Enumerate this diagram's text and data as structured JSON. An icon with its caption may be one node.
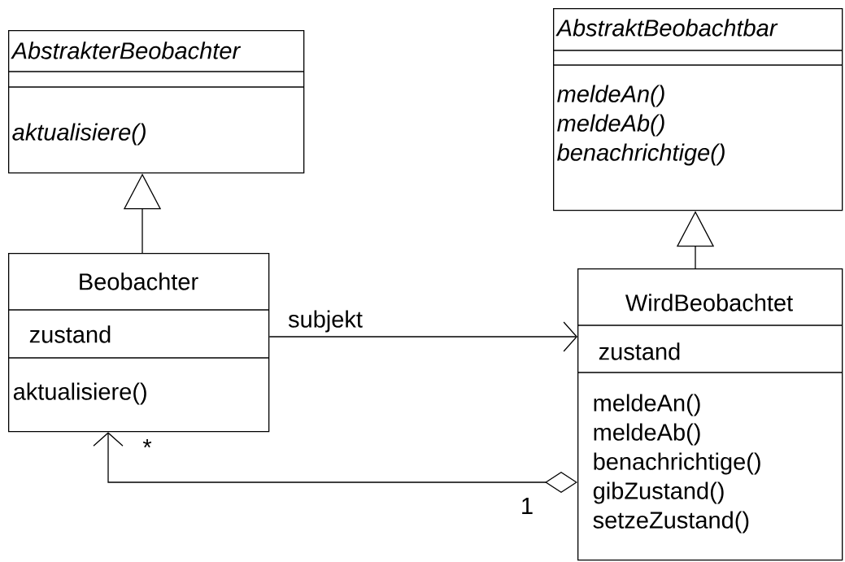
{
  "diagram": {
    "nodes": [
      {
        "text": [
          "AbstrakterBeobachter",
          "aktualisiere()"
        ]
      },
      {
        "text": [
          "AbstraktBeobachtbar",
          "meldeAn()",
          "meldeAb()",
          "benachrichtige()"
        ]
      },
      {
        "text": [
          "Beobachter",
          "zustand",
          "aktualisiere()"
        ]
      },
      {
        "text": [
          "WirdBeobachtet",
          "zustand",
          "meldeAn()",
          "meldeAb()",
          "benachrichtige()",
          "gibZustand()",
          "setzeZustand()"
        ]
      }
    ],
    "edges": [
      {
        "from": 2,
        "to": 0,
        "arrow": "to"
      },
      {
        "from": 3,
        "to": 1,
        "arrow": "to"
      },
      {
        "from": 2,
        "to": 3,
        "arrow": "to",
        "label": "subjekt"
      },
      {
        "from": 3,
        "to": 2,
        "arrow": "to"
      }
    ],
    "labels": [
      "*",
      "1"
    ]
  }
}
